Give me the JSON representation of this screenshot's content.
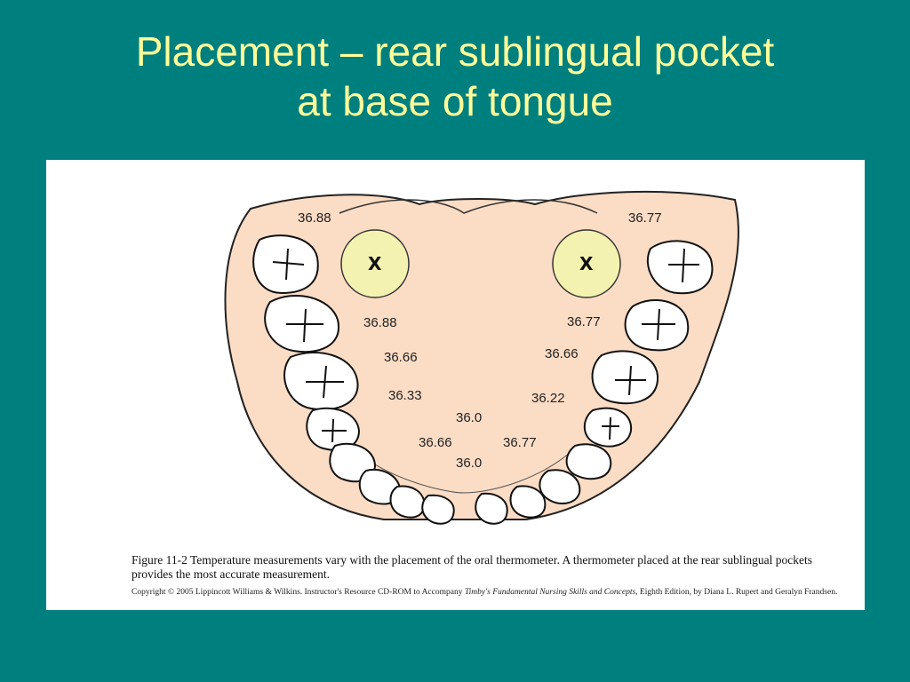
{
  "slide": {
    "title_line1": "Placement – rear sublingual pocket",
    "title_line2": "at base of tongue",
    "background_color": "#007f7f",
    "title_color": "#ffff99"
  },
  "diagram": {
    "gum_color": "#fbdcc4",
    "pocket_color": "#f3f2b0",
    "pocket_marks": [
      "X",
      "X"
    ],
    "readings": {
      "left_back_corner": "36.88",
      "right_back_corner": "36.77",
      "left_1": "36.88",
      "left_2": "36.66",
      "left_3": "36.33",
      "right_1": "36.77",
      "right_2": "36.66",
      "right_3": "36.22",
      "center_top": "36.0",
      "front_left": "36.66",
      "front_right": "36.77",
      "center_bottom": "36.0"
    },
    "caption": "Figure 11-2 Temperature measurements vary with the placement of the oral thermometer. A thermometer placed at the rear sublingual pockets provides the most accurate measurement.",
    "copyright_pre": "Copyright © 2005 Lippincott Williams & Wilkins.  Instructor's Resource CD-ROM to Accompany ",
    "copyright_book": "Timby's Fundamental Nursing Skills and Concepts",
    "copyright_post": ", Eighth Edition, by Diana L. Rupert and Geralyn Frandsen."
  }
}
